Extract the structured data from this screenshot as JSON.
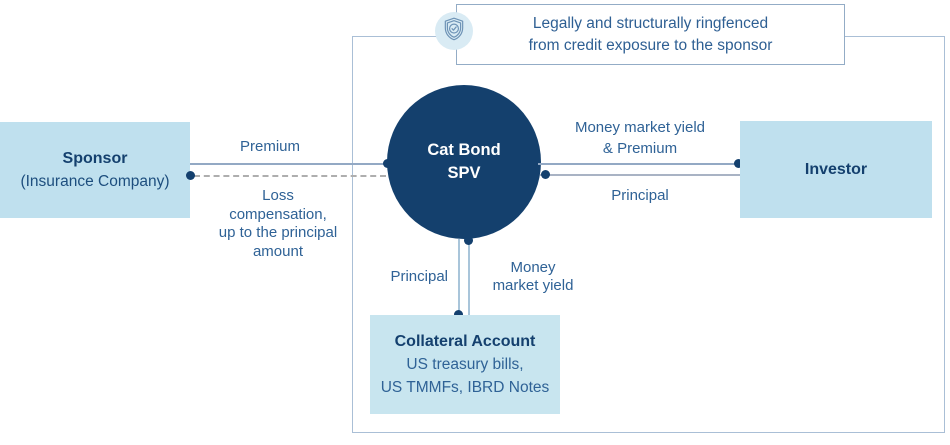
{
  "ringfence": {
    "label": "Legally and structurally ringfenced\nfrom credit exposure to the sponsor",
    "icon": "shield-check"
  },
  "nodes": {
    "sponsor": {
      "title": "Sponsor",
      "subtitle": "(Insurance Company)"
    },
    "spv": {
      "title": "Cat Bond\nSPV"
    },
    "investor": {
      "title": "Investor"
    },
    "collateral": {
      "title": "Collateral Account",
      "line1": "US treasury bills,",
      "line2": "US TMMFs, IBRD Notes"
    }
  },
  "flows": {
    "premium": {
      "label": "Premium",
      "from": "sponsor",
      "to": "spv",
      "style": "solid"
    },
    "loss_compensation": {
      "label": "Loss\ncompensation,\nup to the principal\namount",
      "from": "spv",
      "to": "sponsor",
      "style": "dashed"
    },
    "mmy_premium": {
      "label": "Money market yield\n& Premium",
      "from": "spv",
      "to": "investor",
      "style": "solid"
    },
    "principal_in": {
      "label": "Principal",
      "from": "investor",
      "to": "spv",
      "style": "solid"
    },
    "principal_down": {
      "label": "Principal",
      "from": "spv",
      "to": "collateral",
      "style": "solid"
    },
    "mmy_up": {
      "label": "Money\nmarket yield",
      "from": "collateral",
      "to": "spv",
      "style": "solid"
    }
  },
  "colors": {
    "node_fill": "#bfe0ee",
    "collateral_fill": "#c8e5ef",
    "spv_fill": "#14406d",
    "title_text": "#14406e",
    "label_text": "#2f6296",
    "connector_blue": "#93a9c4",
    "connector_gray": "#a9b3c4",
    "connector_sky": "#a9c5da",
    "dashed_gray": "#aeaeae",
    "ringfence_border": "#aabfd6",
    "shield_badge_fill": "#d9ebf4",
    "shield_stroke": "#6e93b6"
  }
}
